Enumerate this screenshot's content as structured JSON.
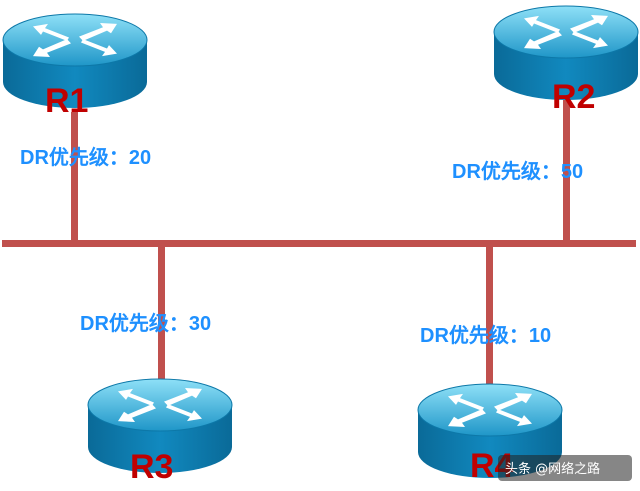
{
  "colors": {
    "line": "#c0504d",
    "router_top_light": "#7fd4f0",
    "router_top": "#2aa0d0",
    "router_side": "#0f7cae",
    "router_side_dark": "#0a5f88",
    "router_label": "#c00000",
    "priority_text": "#1e90ff",
    "watermark_bg": "#222222",
    "watermark_text": "#ffffff"
  },
  "routers": [
    {
      "id": "r1",
      "name": "R1",
      "priority_text": "DR优先级：20"
    },
    {
      "id": "r2",
      "name": "R2",
      "priority_text": "DR优先级：50"
    },
    {
      "id": "r3",
      "name": "R3",
      "priority_text": "DR优先级：30"
    },
    {
      "id": "r4",
      "name": "R4",
      "priority_text": "DR优先级：10"
    }
  ],
  "watermark": {
    "icon": "toutiao-logo-icon",
    "text": "头条 @网络之路"
  }
}
